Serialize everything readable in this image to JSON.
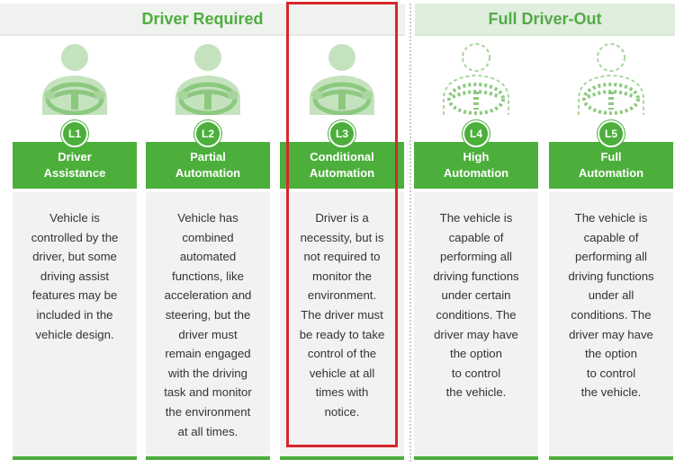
{
  "groups": {
    "required": "Driver Required",
    "driver_out": "Full Driver-Out"
  },
  "levels": [
    {
      "badge": "L1",
      "title": [
        "Driver",
        "Assistance"
      ],
      "description": [
        "Vehicle is",
        "controlled by the",
        "driver, but some",
        "driving assist",
        "features may be",
        "included in the",
        "vehicle design."
      ]
    },
    {
      "badge": "L2",
      "title": [
        "Partial",
        "Automation"
      ],
      "description": [
        "Vehicle has",
        "combined",
        "automated",
        "functions, like",
        "acceleration and",
        "steering, but the",
        "driver must",
        "remain engaged",
        "with the driving",
        "task and monitor",
        "the environment",
        "at all times."
      ]
    },
    {
      "badge": "L3",
      "title": [
        "Conditional",
        "Automation"
      ],
      "description": [
        "Driver is a",
        "necessity, but is",
        "not required to",
        "monitor the",
        "environment.",
        "The driver must",
        "be ready to take",
        "control of the",
        "vehicle at all",
        "times with",
        "notice."
      ]
    },
    {
      "badge": "L4",
      "title": [
        "High",
        "Automation"
      ],
      "description": [
        "The vehicle is",
        "capable of",
        "performing all",
        "driving functions",
        "under certain",
        "conditions. The",
        "driver may have",
        "the option",
        "to control",
        "the vehicle."
      ]
    },
    {
      "badge": "L5",
      "title": [
        "Full",
        "Automation"
      ],
      "description": [
        "The vehicle is",
        "capable of",
        "performing all",
        "driving functions",
        "under all",
        "conditions. The",
        "driver may have",
        "the option",
        "to control",
        "the vehicle."
      ]
    }
  ],
  "colors": {
    "accent": "#4caf3c",
    "highlight": "#d9262c",
    "card_bg": "#f1f2f1"
  },
  "icons": {
    "driver_present": "driver-steering-wheel-icon",
    "driver_absent": "dashed-driver-steering-wheel-icon"
  }
}
